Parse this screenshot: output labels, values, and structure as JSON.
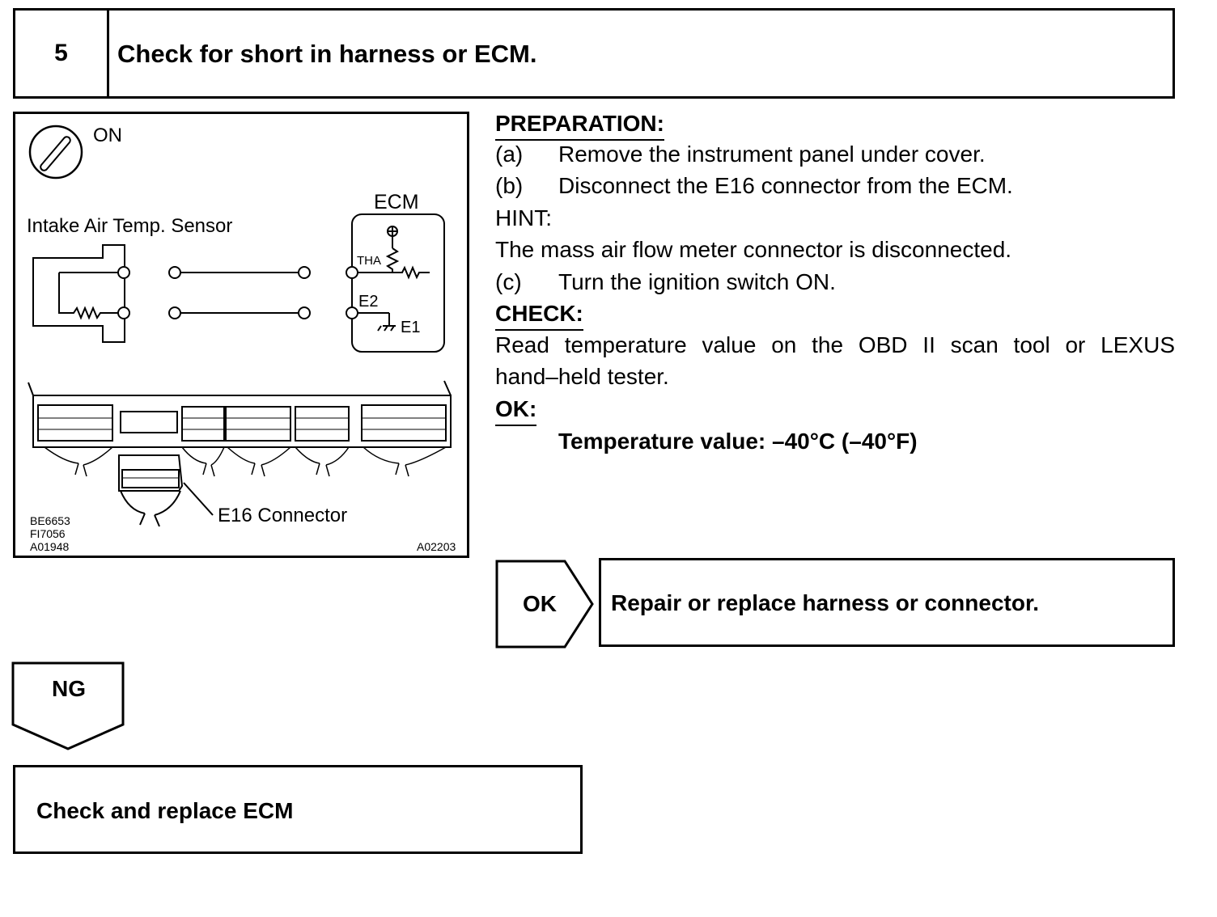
{
  "header": {
    "step_number": "5",
    "title": "Check for short in harness or ECM."
  },
  "diagram": {
    "switch_label": "ON",
    "ecm_label": "ECM",
    "sensor_label": "Intake Air Temp. Sensor",
    "terminal_tha": "THA",
    "terminal_e2": "E2",
    "terminal_e1": "E1",
    "connector_label": "E16 Connector",
    "codes_left": [
      "BE6653",
      "FI7056",
      "A01948"
    ],
    "code_right": "A02203"
  },
  "preparation": {
    "heading": "PREPARATION:",
    "steps": [
      {
        "label": "(a)",
        "text": "Remove the instrument panel under cover."
      },
      {
        "label": "(b)",
        "text": "Disconnect the E16 connector from the ECM."
      }
    ],
    "hint_heading": "HINT:",
    "hint_text": "The mass air flow meter connector is disconnected.",
    "step_c": {
      "label": "(c)",
      "text": "Turn the ignition switch ON."
    }
  },
  "check": {
    "heading": "CHECK:",
    "text_line1": "Read temperature value on the OBD II scan tool or LEXUS",
    "text_line2": "hand–held tester."
  },
  "ok": {
    "heading": "OK:",
    "value": "Temperature value: –40°C (–40°F)"
  },
  "flow": {
    "ok_label": "OK",
    "ok_action": "Repair or replace harness or connector.",
    "ng_label": "NG",
    "ng_action": "Check and replace ECM"
  }
}
